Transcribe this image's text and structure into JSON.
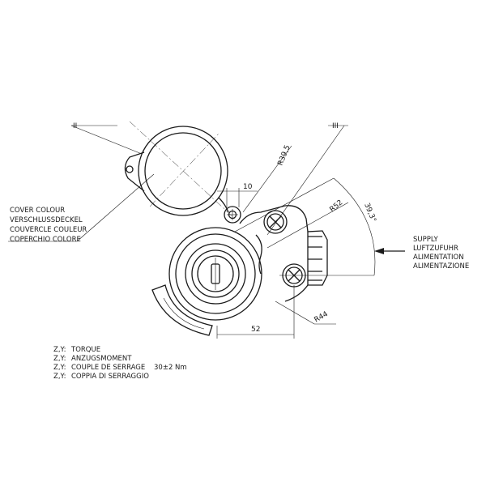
{
  "roman_labels": {
    "top_left": "II",
    "top_right": "III"
  },
  "cover_colour": [
    "COVER COLOUR",
    "VERSCHLUSSDECKEL",
    "COUVERCLE COULEUR",
    "COPERCHIO COLORE"
  ],
  "supply": [
    "SUPPLY",
    "LUFTZUFUHR",
    "ALIMENTATION",
    "ALIMENTAZIONE"
  ],
  "dimensions": {
    "d10": "10",
    "r395": "R39,5",
    "r52": "R52",
    "angle": "39,3°",
    "r44": "R44",
    "d52": "52"
  },
  "torque": {
    "prefix": "Z,Y:",
    "lines": [
      "TORQUE",
      "ANZUGSMOMENT",
      "COUPLE DE SERRAGE",
      "COPPIA DI SERRAGGIO"
    ],
    "value": "30±2 Nm"
  }
}
